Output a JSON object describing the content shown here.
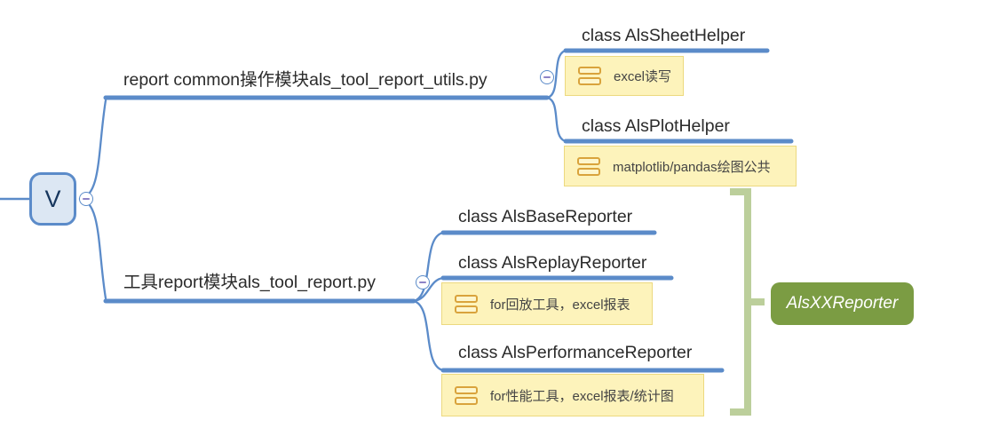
{
  "colors": {
    "branch_blue": "#5b8bc9",
    "note_bg": "#fdf3bb",
    "note_border": "#ecd97f",
    "note_icon": "#d9a33c",
    "bracket_green": "#bccf9b",
    "summary_green": "#7b9c43",
    "root_fill": "#dce7f3",
    "root_text": "#17375e",
    "topic_text": "#2b2b2b",
    "note_text": "#444444",
    "minus_glyph": "#8d83c6"
  },
  "root": {
    "label": "V"
  },
  "branches": [
    {
      "label": "report common操作模块als_tool_report_utils.py",
      "children": [
        {
          "label": "class AlsSheetHelper",
          "note": "excel读写"
        },
        {
          "label": "class AlsPlotHelper",
          "note": "matplotlib/pandas绘图公共"
        }
      ]
    },
    {
      "label": "工具report模块als_tool_report.py",
      "children": [
        {
          "label": "class AlsBaseReporter"
        },
        {
          "label": "class AlsReplayReporter",
          "note": "for回放工具，excel报表"
        },
        {
          "label": "class AlsPerformanceReporter",
          "note": "for性能工具，excel报表/统计图"
        }
      ]
    }
  ],
  "summary": {
    "label": "AlsXXReporter"
  }
}
